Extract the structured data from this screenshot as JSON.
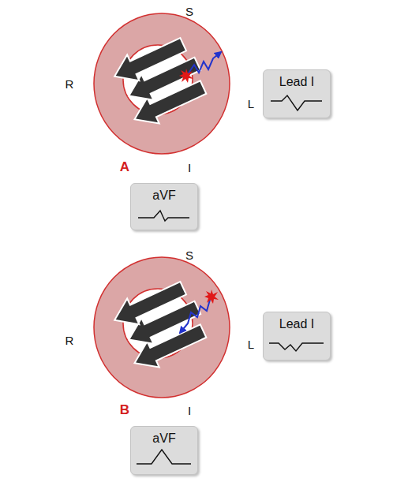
{
  "diagram": {
    "nodes": [
      {
        "text": [
          "Lead I"
        ]
      },
      {
        "text": [
          "aVF"
        ]
      },
      {
        "text": [
          "Lead I"
        ]
      },
      {
        "text": [
          "aVF"
        ]
      }
    ],
    "labels": [
      "S",
      "R",
      "L",
      "I",
      "A",
      "S",
      "R",
      "L",
      "I",
      "B"
    ]
  }
}
